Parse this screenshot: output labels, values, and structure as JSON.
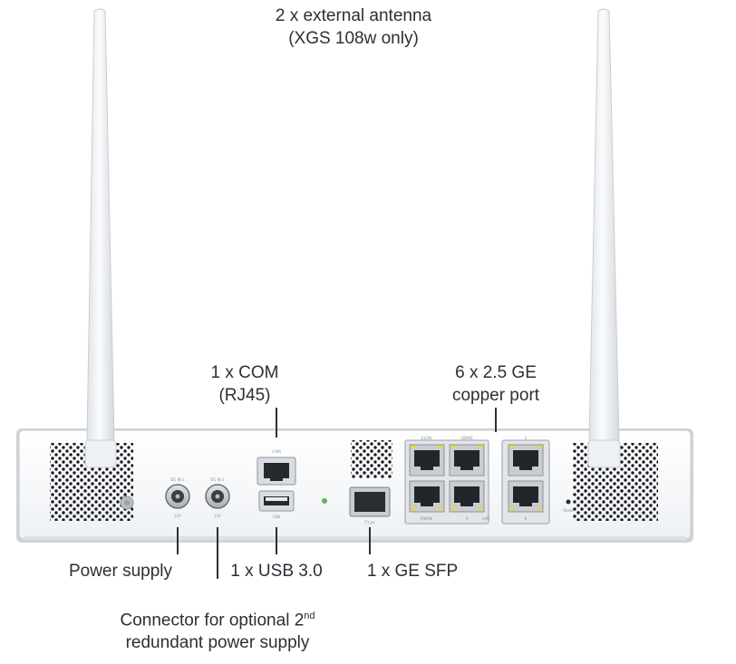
{
  "antenna": {
    "line1": "2 x external antenna",
    "line2": "(XGS 108w only)"
  },
  "com": {
    "line1": "1 x COM",
    "line2": "(RJ45)"
  },
  "copper": {
    "line1": "6 x 2.5 GE",
    "line2": "copper port"
  },
  "power": {
    "label": "Power supply"
  },
  "usb": {
    "label": "1 x USB 3.0"
  },
  "sfp": {
    "label": "1 x GE SFP"
  },
  "redundant": {
    "line1": "Connector for optional 2",
    "sup": "nd",
    "line2": "redundant power supply"
  },
  "device_labels": {
    "dc_in_1": "DC IN 1",
    "dc_in_2": "DC IN 2",
    "volt_1": "12V",
    "volt_2": "12V",
    "com_port": "COM",
    "usb_port": "USB",
    "sfp_port": "F1 pn",
    "port_1": "1/LAN",
    "port_2": "3/DMZ",
    "port_3": "5",
    "port_4": "2/WAN",
    "port_5": "4",
    "port_6": "6",
    "lan": "LAN",
    "reset": "Reset"
  },
  "colors": {
    "chassis": "#f4f6f8",
    "edge": "#c8ccd2",
    "port_led": "#e8d64a",
    "status_led": "#5cb85c",
    "vent": "#1b1d22"
  }
}
